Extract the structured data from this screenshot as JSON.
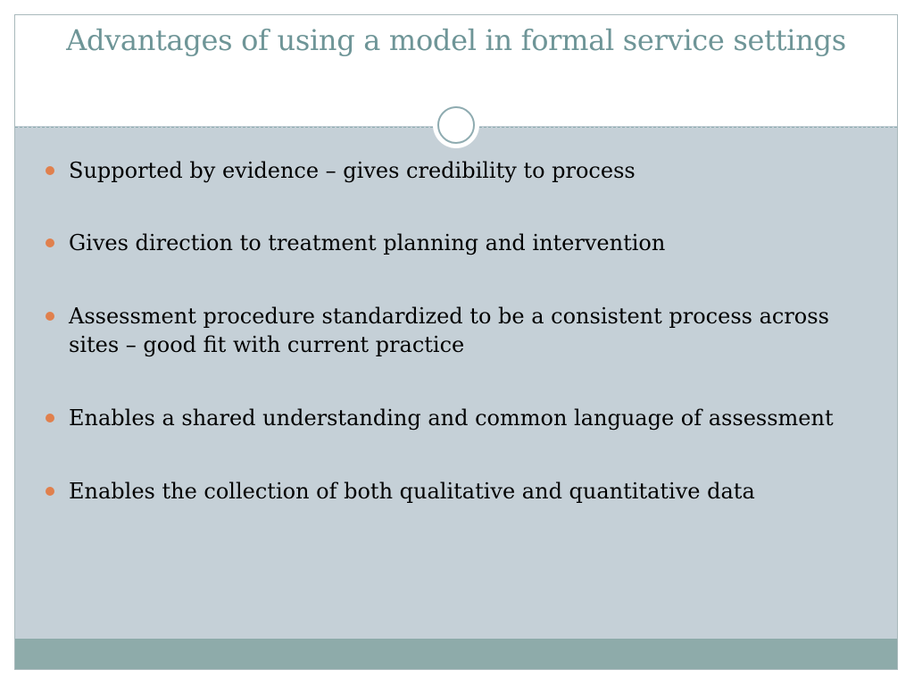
{
  "slide": {
    "title": "Advantages of using a model in formal service settings",
    "bullets": [
      "Supported by evidence – gives credibility to process",
      "Gives direction to treatment planning and intervention",
      "Assessment procedure standardized to be a consistent process across sites – good fit with current practice",
      "Enables a shared understanding and common language of assessment",
      "Enables the collection of both qualitative and quantitative data"
    ]
  },
  "colors": {
    "title": "#6e9597",
    "content_background": "#c5d0d7",
    "bullet_marker": "#e0804d",
    "footer_band": "#8eabaa"
  },
  "icons": {
    "ornament": "circle-ornament-icon",
    "bullet": "bullet-dot-icon"
  }
}
